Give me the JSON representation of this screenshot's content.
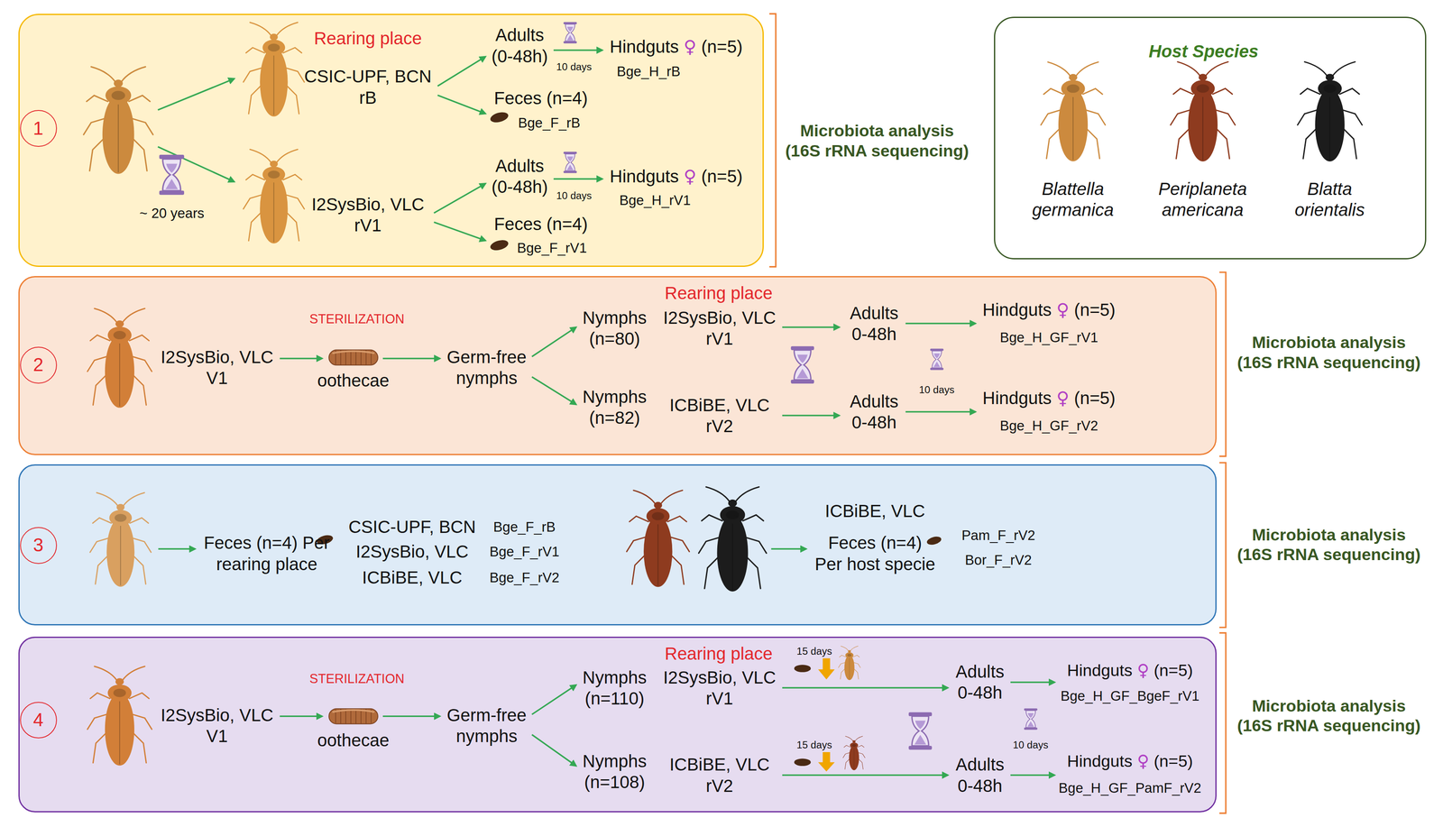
{
  "diagram": {
    "nodes": [
      {
        "text": [
          "Rearing place",
          "CSIC-UPF, BCN rB",
          "~ 20 years",
          "I2SysBio, VLC rV1",
          "Adults (0-48h)",
          "10 days",
          "Hindguts ♀ (n=5)",
          "Bge_H_rB",
          "Feces (n=4)",
          "Bge_F_rB",
          "Adults (0-48h)",
          "10 days",
          "Hindguts ♀ (n=5)",
          "Bge_H_rV1",
          "Feces (n=4)",
          "Bge_F_rV1"
        ]
      },
      {
        "text": [
          "1"
        ],
        "in": 0
      },
      {
        "text": [
          "Host Species",
          "Blattella germanica",
          "Periplaneta americana",
          "Blatta orientalis"
        ]
      },
      {
        "text": [
          "I2SysBio, VLC V1",
          "STERILIZATION",
          "oothecae",
          "Germ-free nymphs",
          "Nymphs (n=80)",
          "Rearing place",
          "I2SysBio, VLC rV1",
          "Nymphs (n=82)",
          "ICBiBE, VLC rV2",
          "Adults 0-48h",
          "10 days",
          "Hindguts ♀ (n=5)",
          "Bge_H_GF_rV1",
          "Adults 0-48h",
          "Hindguts ♀ (n=5)",
          "Bge_H_GF_rV2"
        ]
      },
      {
        "text": [
          "2"
        ],
        "in": 3
      },
      {
        "text": [
          "Feces (n=4) Per rearing place",
          "CSIC-UPF, BCN",
          "I2SysBio, VLC",
          "ICBiBE, VLC",
          "Bge_F_rB",
          "Bge_F_rV1",
          "Bge_F_rV2",
          "ICBiBE, VLC",
          "Feces (n=4) Per host specie",
          "Pam_F_rV2",
          "Bor_F_rV2"
        ]
      },
      {
        "text": [
          "3"
        ],
        "in": 5
      },
      {
        "text": [
          "I2SysBio, VLC V1",
          "STERILIZATION",
          "oothecae",
          "Germ-free nymphs",
          "Nymphs (n=110)",
          "Rearing place",
          "I2SysBio, VLC rV1",
          "15 days",
          "Nymphs (n=108)",
          "ICBiBE, VLC rV2",
          "15 days",
          "Adults 0-48h",
          "10 days",
          "Hindguts ♀ (n=5)",
          "Bge_H_GF_BgeF_rV1",
          "Adults 0-48h",
          "Hindguts ♀ (n=5)",
          "Bge_H_GF_PamF_rV2"
        ]
      },
      {
        "text": [
          "4"
        ],
        "in": 7
      }
    ],
    "labels": [
      "Microbiota analysis (16S rRNA sequencing)",
      "Microbiota analysis (16S rRNA sequencing)",
      "Microbiota analysis (16S rRNA sequencing)",
      "Microbiota analysis (16S rRNA sequencing)"
    ]
  }
}
